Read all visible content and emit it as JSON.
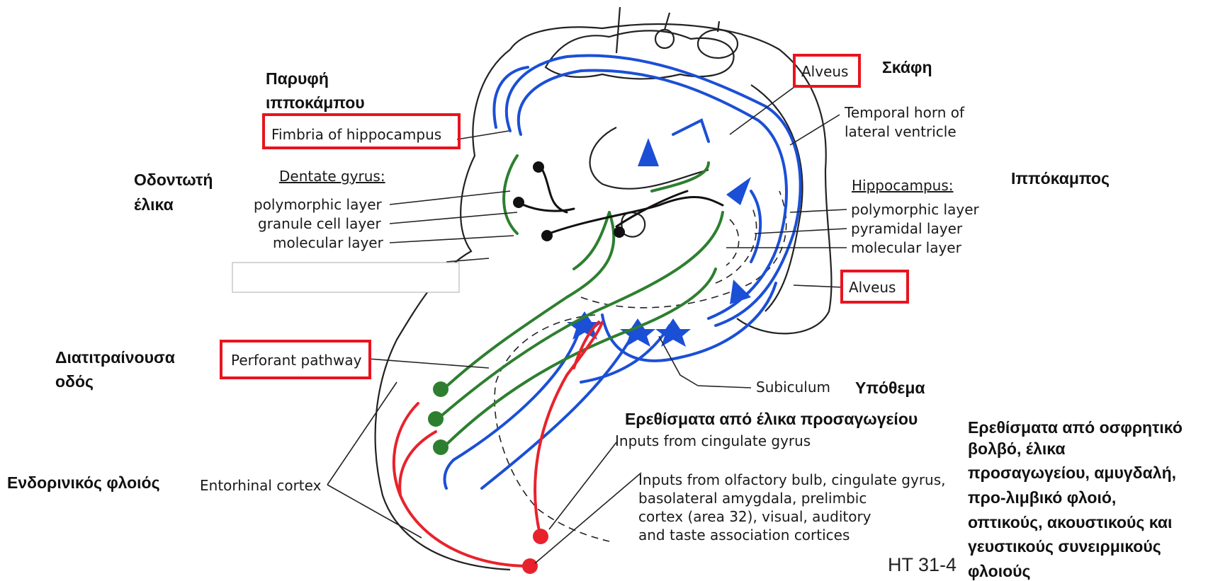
{
  "labels_en": {
    "fimbria": "Fimbria of hippocampus",
    "alveus_top": "Alveus",
    "temporal_horn_1": "Temporal horn of",
    "temporal_horn_2": "lateral ventricle",
    "dentate_title": "Dentate gyrus:",
    "dg_polymorphic": "polymorphic layer",
    "dg_granule": "granule cell layer",
    "dg_molecular": "molecular layer",
    "hippo_title": "Hippocampus:",
    "hp_polymorphic": "polymorphic layer",
    "hp_pyramidal": "pyramidal layer",
    "hp_molecular": "molecular layer",
    "alveus_right": "Alveus",
    "perforant": "Perforant pathway",
    "subiculum": "Subiculum",
    "cingulate": "Inputs from cingulate gyrus",
    "olfactory_1": "Inputs from olfactory bulb, cingulate gyrus,",
    "olfactory_2": "basolateral amygdala, prelimbic",
    "olfactory_3": "cortex (area 32), visual, auditory",
    "olfactory_4": "and taste association cortices",
    "entorhinal": "Entorhinal cortex"
  },
  "labels_gr": {
    "paryfi_1": "Παρυφή",
    "paryfi_2": "ιπποκάμπου",
    "skafi": "Σκάφη",
    "odontoti_1": "Οδοντωτή",
    "odontoti_2": "έλικα",
    "ippokampos": "Ιππόκαμπος",
    "diatitr_1": "Διατιτραίνουσα",
    "diatitr_2": "οδός",
    "ypothema": "Υπόθεμα",
    "erethismata_cing": "Ερεθίσματα από έλικα προσαγωγείου",
    "endorinikos": "Ενδορινικός φλοιός",
    "olf_1": "Ερεθίσματα από οσφρητικό",
    "olf_2": "βολβό, έλικα",
    "olf_3": "προσαγωγείου, αμυγδαλή,",
    "olf_4": "προ-λιμβικό φλοιό,",
    "olf_5": "οπτικούς, ακουστικούς και",
    "olf_6": "γευστικούς συνειρμικούς",
    "olf_7": "φλοιούς"
  },
  "reference": "HT 31-4",
  "colors": {
    "highlight_box": "#e8141e",
    "blue_pathway": "#1b4fd6",
    "green_pathway": "#2d7f2f",
    "red_pathway": "#e8222c",
    "neuron_black": "#111111"
  }
}
